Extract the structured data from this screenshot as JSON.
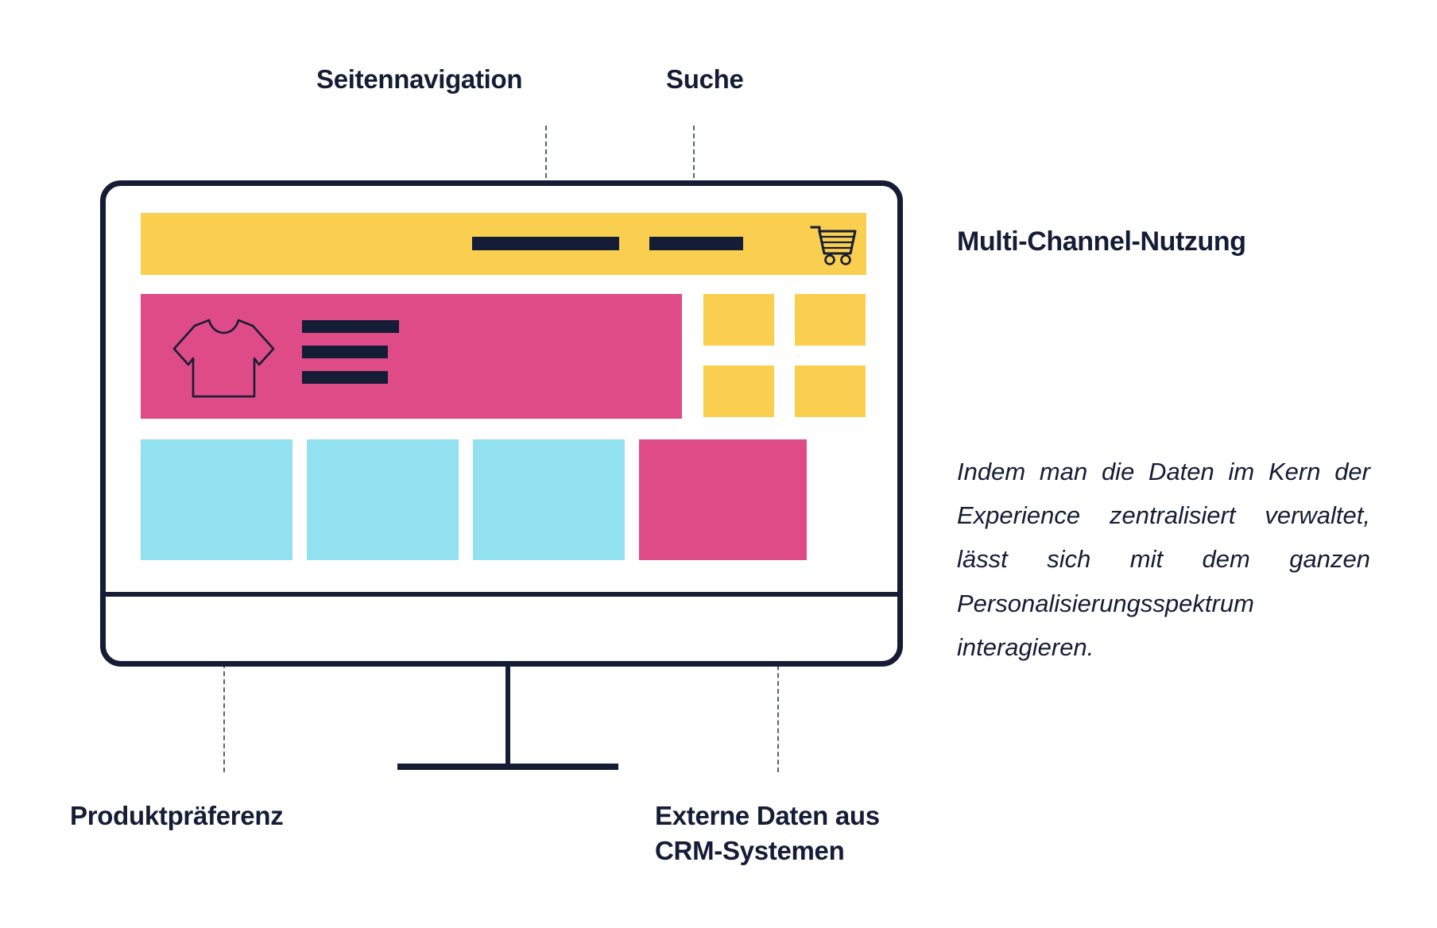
{
  "theme": {
    "navy": "#151C35",
    "yellow": "#FACF4F",
    "pink": "#DE4B87",
    "cyan": "#91E1F0",
    "dash": "#56607e",
    "background": "#FFFFFF"
  },
  "annotations": {
    "seitennavigation": "Seitennavigation",
    "suche": "Suche",
    "produktpraeferenz": "Produktpräferenz",
    "crm": "Externe Daten aus\nCRM-Systemen"
  },
  "sidepanel": {
    "headline": "Multi-Channel-Nutzung",
    "body": "Indem man die Daten im Kern der Experience zentralisiert verwaltet, lässt sich mit dem ganzen Personalisierungsspektrum interagieren."
  },
  "screen": {
    "navbar": {
      "icons": [
        "shopping-cart-icon"
      ],
      "nav_items": 2
    },
    "hero": {
      "icon": "tshirt-icon",
      "text_bars": 3
    },
    "tile_grid": {
      "columns": 2,
      "rows": 2,
      "color": "#FACF4F"
    },
    "bottom_row": {
      "tiles": [
        "#91E1F0",
        "#91E1F0",
        "#91E1F0",
        "#DE4B87"
      ]
    }
  }
}
